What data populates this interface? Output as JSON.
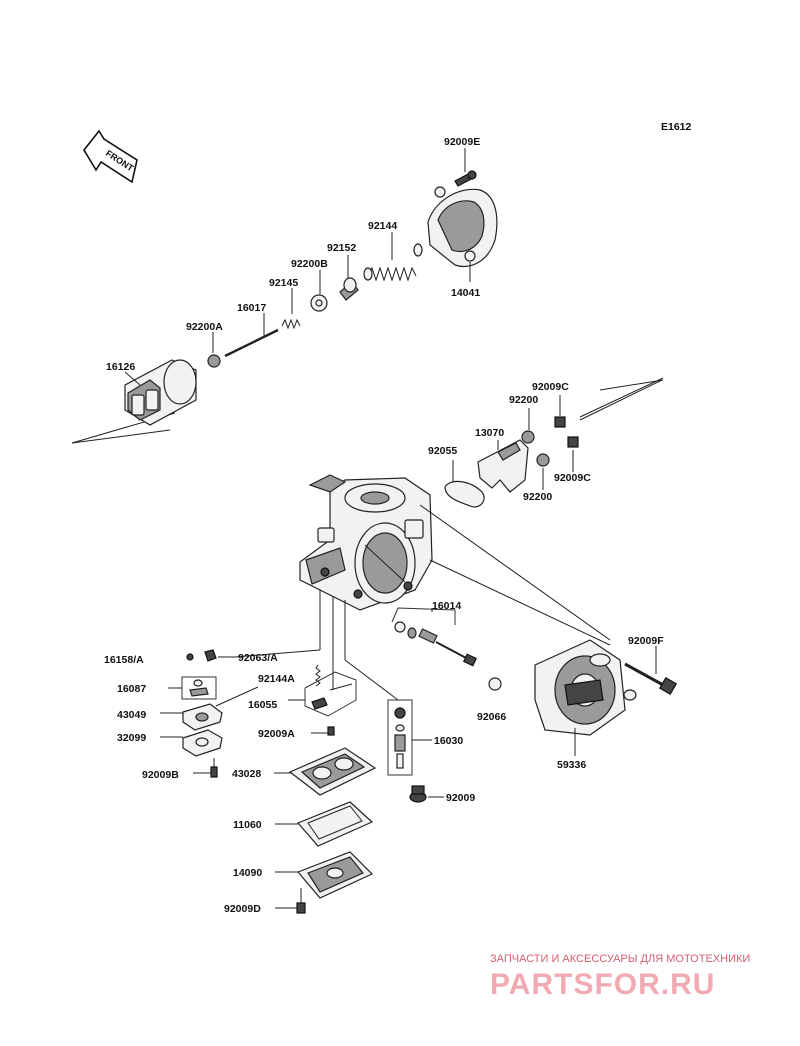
{
  "diagram_code": "E1612",
  "front_arrow": "FRONT",
  "parts": {
    "p92009E": "92009E",
    "p92144": "92144",
    "p92152": "92152",
    "p92200B": "92200B",
    "p92145": "92145",
    "p16017": "16017",
    "p92200A": "92200A",
    "p16126": "16126",
    "p14041": "14041",
    "p92009C_top": "92009C",
    "p92200_top": "92200",
    "p13070": "13070",
    "p92055": "92055",
    "p92009C_bot": "92009C",
    "p92200_bot": "92200",
    "p16014": "16014",
    "p92009F": "92009F",
    "p16158A": "16158/A",
    "p92063A": "92063/A",
    "p92144A": "92144A",
    "p16087": "16087",
    "p16055": "16055",
    "p43049": "43049",
    "p32099": "32099",
    "p92009A": "92009A",
    "p16030": "16030",
    "p92066": "92066",
    "p59336": "59336",
    "p92009B": "92009B",
    "p43028": "43028",
    "p92009": "92009",
    "p11060": "11060",
    "p14090": "14090",
    "p92009D": "92009D"
  },
  "watermark": {
    "caption": "ЗАПЧАСТИ И АКСЕССУАРЫ ДЛЯ МОТОТЕХНИКИ",
    "logo": "PARTSFOR.RU"
  }
}
